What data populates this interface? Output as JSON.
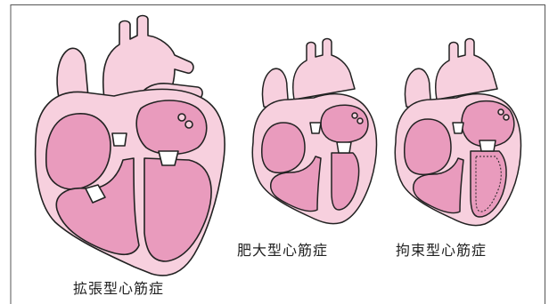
{
  "labels": {
    "dilated": "拡張型心筋症",
    "hypertrophic": "肥大型心筋症",
    "restrictive": "拘束型心筋症"
  },
  "colors": {
    "outer": "#f7d0de",
    "chamber": "#e99bbd",
    "stroke": "#222222",
    "frame": "#555555"
  }
}
